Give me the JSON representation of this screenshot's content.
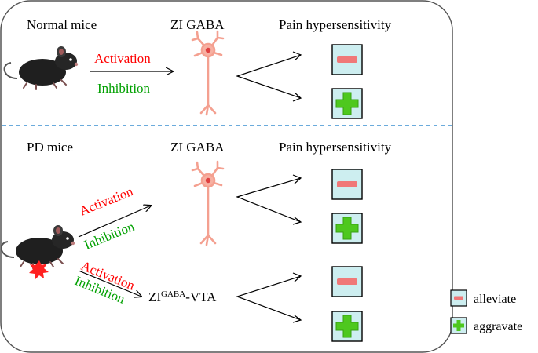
{
  "top": {
    "title_left": "Normal mice",
    "title_mid": "ZI GABA",
    "title_right": "Pain hypersensitivity",
    "activation": "Activation",
    "inhibition": "Inhibition"
  },
  "bottom": {
    "title_left": "PD mice",
    "title_mid": "ZI GABA",
    "title_right": "Pain hypersensitivity",
    "activation_1": "Activation",
    "inhibition_1": "Inhibition",
    "activation_2": "Activation",
    "inhibition_2": "Inhibition",
    "projection_prefix": "ZI",
    "projection_sup": "GABA",
    "projection_suffix": "-VTA"
  },
  "legend": {
    "alleviate": "alleviate",
    "aggravate": "aggravate"
  },
  "colors": {
    "box_fill": "#cdeef0",
    "minus": "#f07878",
    "plus": "#4ec81e",
    "neuron": "#f4a090",
    "activation": "#ff0000",
    "inhibition": "#00a000",
    "divider": "#3a8fd0"
  },
  "icons": [
    "mouse-icon",
    "neuron-icon",
    "minus-icon",
    "plus-icon",
    "pain-burst-icon"
  ]
}
